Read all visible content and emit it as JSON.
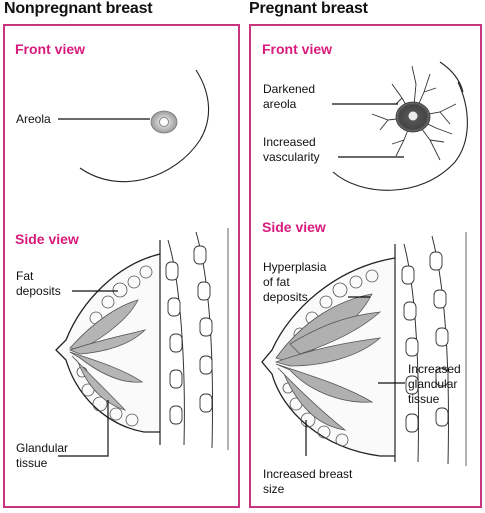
{
  "left": {
    "title": "Nonpregnant breast",
    "front_view": "Front view",
    "side_view": "Side view",
    "areola": "Areola",
    "fat_deposits": [
      "Fat",
      "deposits"
    ],
    "glandular_tissue": [
      "Glandular",
      "tissue"
    ]
  },
  "right": {
    "title": "Pregnant breast",
    "front_view": "Front view",
    "side_view": "Side view",
    "darkened_areola": [
      "Darkened",
      "areola"
    ],
    "increased_vascularity": [
      "Increased",
      "vascularity"
    ],
    "hyperplasia": [
      "Hyperplasia",
      "of fat",
      "deposits"
    ],
    "increased_glandular_tissue": [
      "Increased",
      "glandular",
      "tissue"
    ],
    "increased_breast_size": [
      "Increased breast",
      "size"
    ]
  },
  "colors": {
    "accent": "#d81b7c",
    "border": "#c8357e",
    "tissue": "#b5b5b5",
    "ink": "#222222"
  }
}
